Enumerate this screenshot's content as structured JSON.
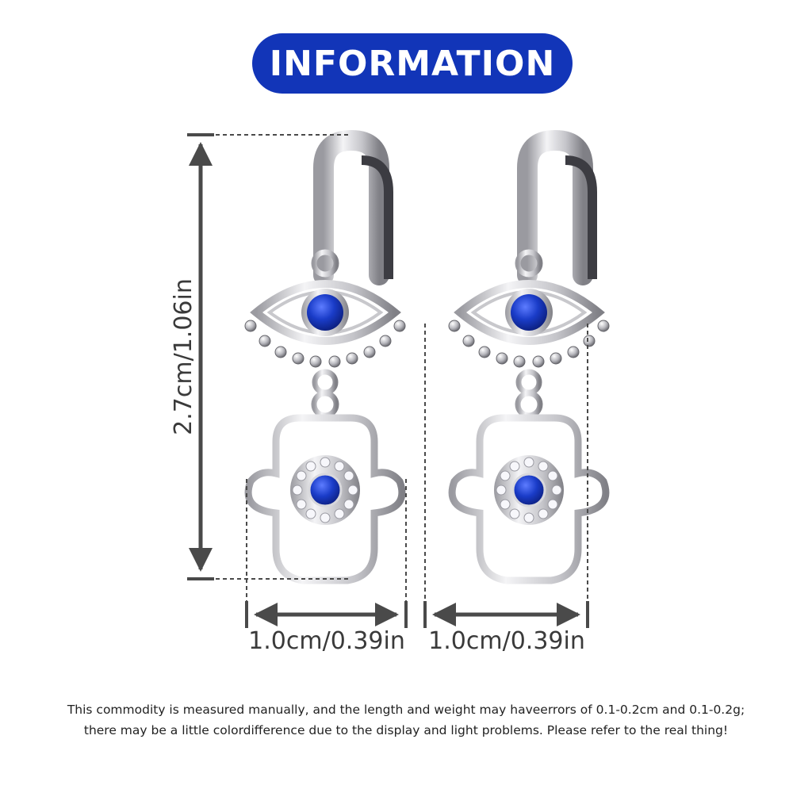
{
  "header": {
    "title": "INFORMATION"
  },
  "dimensions": {
    "height_label": "2.7cm/1.06in",
    "width_label_left": "1.0cm/0.39in",
    "width_label_right": "1.0cm/0.39in"
  },
  "disclaimer": {
    "line1": "This commodity is measured manually, and the length and weight may haveerrors of 0.1-0.2cm and 0.1-0.2g;",
    "line2": "there may be a little colordifference due to the display and light problems. Please refer to the real thing!"
  },
  "colors": {
    "accent": "#1235b8",
    "gem_blue": "#1a3cc8",
    "dimension_gray": "#4a4a4a",
    "metal": "#d8d8dc"
  },
  "icons": [
    "evil-eye-charm-icon",
    "hamsa-hand-charm-icon",
    "hoop-earring-icon"
  ]
}
